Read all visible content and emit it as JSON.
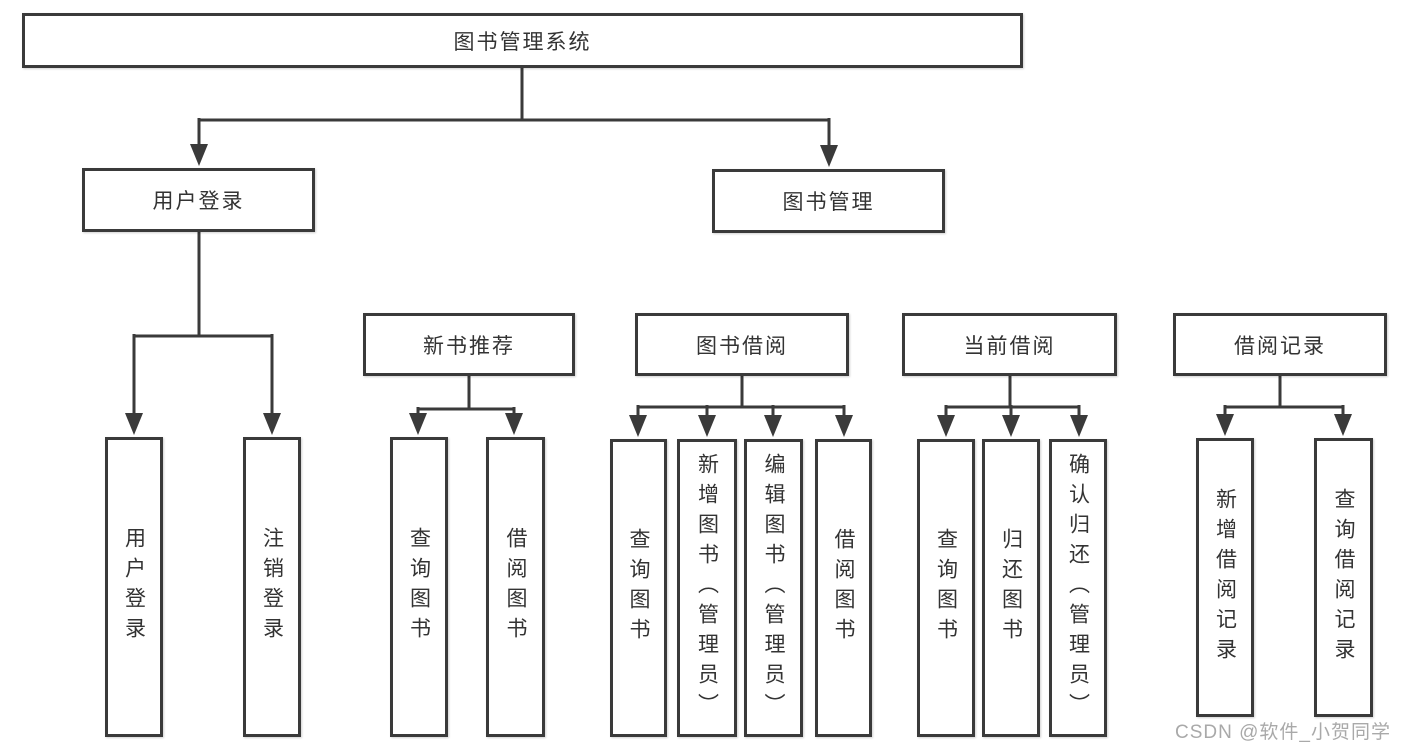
{
  "nodes": {
    "root": {
      "label": "图书管理系统"
    },
    "user_login": {
      "label": "用户登录"
    },
    "book_management": {
      "label": "图书管理"
    },
    "new_book_recommend": {
      "label": "新书推荐"
    },
    "book_borrow": {
      "label": "图书借阅"
    },
    "current_borrow": {
      "label": "当前借阅"
    },
    "borrow_records": {
      "label": "借阅记录"
    },
    "leaf_user_login": {
      "label": "用户登录"
    },
    "leaf_logout": {
      "label": "注销登录"
    },
    "leaf_query_book_1": {
      "label": "查询图书"
    },
    "leaf_borrow_book_1": {
      "label": "借阅图书"
    },
    "leaf_query_book_2": {
      "label": "查询图书"
    },
    "leaf_add_book": {
      "label": "新增图书（管理员）"
    },
    "leaf_edit_book": {
      "label": "编辑图书（管理员）"
    },
    "leaf_borrow_book_2": {
      "label": "借阅图书"
    },
    "leaf_query_book_3": {
      "label": "查询图书"
    },
    "leaf_return_book": {
      "label": "归还图书"
    },
    "leaf_confirm_return": {
      "label": "确认归还（管理员）"
    },
    "leaf_add_record": {
      "label": "新增借阅记录"
    },
    "leaf_query_record": {
      "label": "查询借阅记录"
    }
  },
  "hierarchy": {
    "图书管理系统": {
      "用户登录": [
        "用户登录",
        "注销登录"
      ],
      "图书管理": {
        "新书推荐": [
          "查询图书",
          "借阅图书"
        ],
        "图书借阅": [
          "查询图书",
          "新增图书（管理员）",
          "编辑图书（管理员）",
          "借阅图书"
        ],
        "当前借阅": [
          "查询图书",
          "归还图书",
          "确认归还（管理员）"
        ],
        "借阅记录": [
          "新增借阅记录",
          "查询借阅记录"
        ]
      }
    }
  },
  "watermark": {
    "text": "CSDN @软件_小贺同学"
  },
  "colors": {
    "line": "#3a3a3a",
    "text": "#333333",
    "watermark": "#a9a9a9",
    "bg": "#ffffff"
  }
}
